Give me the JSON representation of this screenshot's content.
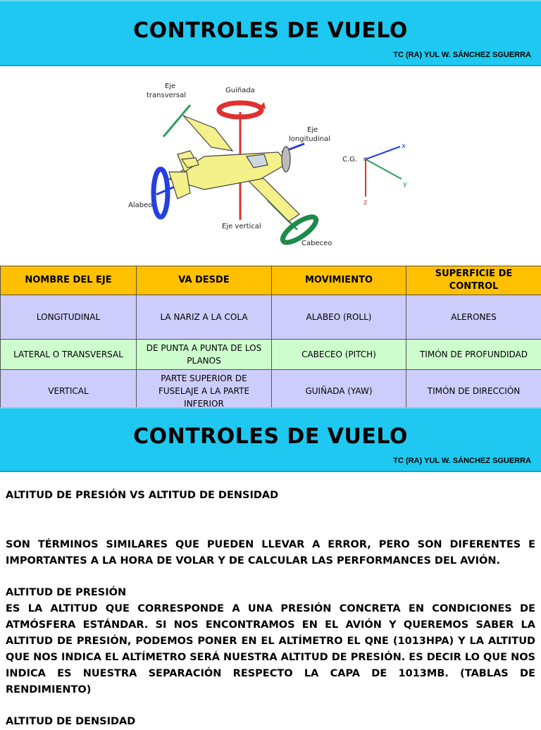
{
  "header": {
    "title": "CONTROLES DE VUELO",
    "author": "TC (RA) YUL W. SÁNCHEZ SGUERRA"
  },
  "diagram": {
    "labels": {
      "eje_transversal_1": "Eje",
      "eje_transversal_2": "transversal",
      "guinada": "Guiñada",
      "eje_longitudinal_1": "Eje",
      "eje_longitudinal_2": "longitudinal",
      "cg": "C.G.",
      "x": "x",
      "y": "y",
      "z": "z",
      "alabeo": "Alabeo",
      "eje_vertical": "Eje vertical",
      "cabeceo": "Cabeceo"
    },
    "colors": {
      "transversal": "#2e9e5b",
      "vertical": "#e03030",
      "longitudinal": "#2540e0",
      "airplane": "#f4f08a"
    }
  },
  "table": {
    "headers": [
      "NOMBRE DEL EJE",
      "VA DESDE",
      "MOVIMIENTO",
      "SUPERFICIE DE CONTROL"
    ],
    "rows": [
      [
        "LONGITUDINAL",
        "LA NARIZ A LA COLA",
        "ALABEO (ROLL)",
        "ALERONES"
      ],
      [
        "LATERAL O TRANSVERSAL",
        "DE PUNTA A PUNTA DE LOS PLANOS",
        "CABECEO (PITCH)",
        "TIMÓN DE PROFUNDIDAD"
      ],
      [
        "VERTICAL",
        "PARTE SUPERIOR DE FUSELAJE A LA PARTE INFERIOR",
        "GUIÑADA (YAW)",
        "TIMÓN DE DIRECCIÓN"
      ]
    ],
    "colors": {
      "header": "#ffc000",
      "row_blue": "#cdcdfc",
      "row_green": "#cdfccd"
    }
  },
  "section": {
    "heading": "ALTITUD DE PRESIÓN VS ALTITUD DE DENSIDAD",
    "intro": "SON TÉRMINOS SIMILARES QUE PUEDEN LLEVAR A ERROR, PERO SON DIFERENTES E IMPORTANTES A LA HORA DE VOLAR Y DE CALCULAR LAS PERFORMANCES DEL AVIÓN.",
    "sub1_title": "ALTITUD DE PRESIÓN",
    "sub1_body": "ES LA ALTITUD QUE CORRESPONDE A UNA PRESIÓN CONCRETA EN CONDICIONES DE ATMÓSFERA ESTÁNDAR. SI NOS ENCONTRAMOS EN EL AVIÓN Y QUEREMOS SABER LA ALTITUD DE PRESIÓN, PODEMOS PONER EN EL ALTÍMETRO EL QNE (1013HPA) Y LA ALTITUD QUE NOS INDICA EL ALTÍMETRO SERÁ NUESTRA ALTITUD DE PRESIÓN. ES DECIR LO QUE NOS INDICA ES NUESTRA SEPARACIÓN RESPECTO LA CAPA DE 1013MB. (TABLAS DE RENDIMIENTO)",
    "sub2_title": "ALTITUD DE DENSIDAD"
  }
}
